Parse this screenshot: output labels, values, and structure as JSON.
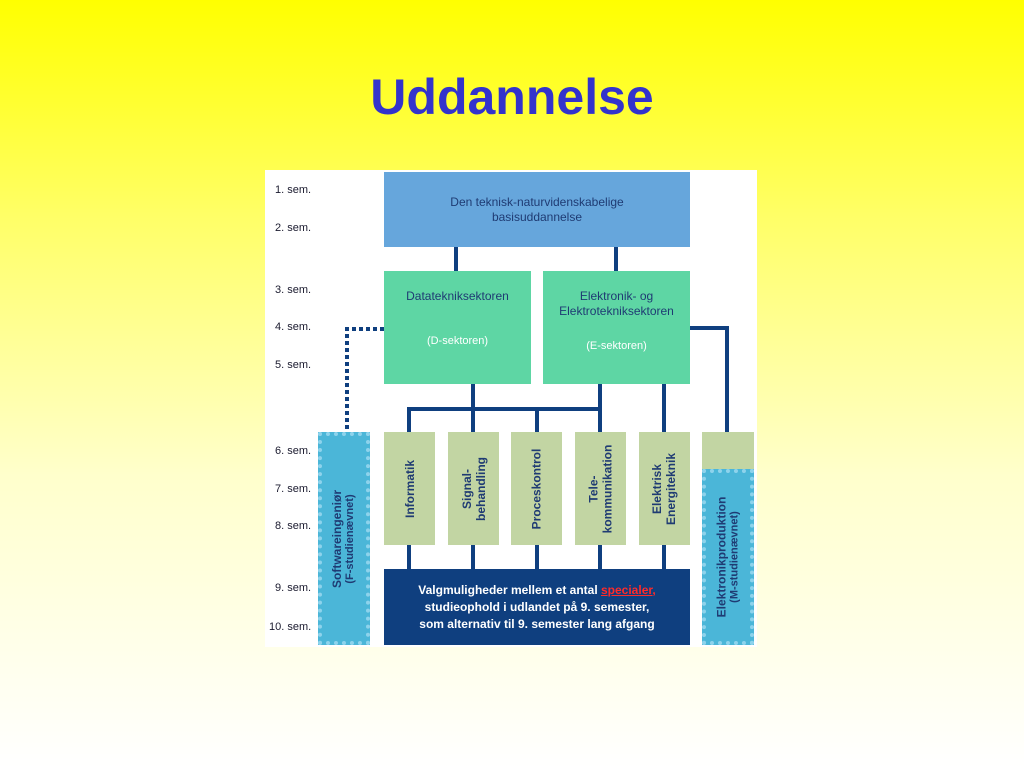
{
  "title": "Uddannelse",
  "semesters": [
    "1. sem.",
    "2. sem.",
    "3. sem.",
    "4. sem.",
    "5. sem.",
    "6. sem.",
    "7. sem.",
    "8. sem.",
    "9. sem.",
    "10. sem."
  ],
  "basis": {
    "line1": "Den teknisk-naturvidenskabelige",
    "line2": "basisuddannelse"
  },
  "sectors": {
    "d": {
      "name": "Datatekniksektoren",
      "code": "(D-sektoren)"
    },
    "e": {
      "line1": "Elektronik- og",
      "line2": "Elektrotekniksektoren",
      "code": "(E-sektoren)"
    }
  },
  "specializations": {
    "informatik": {
      "lines": [
        "Informatik"
      ]
    },
    "signal": {
      "lines": [
        "Signal-",
        "behandling"
      ]
    },
    "proces": {
      "lines": [
        "Proceskontrol"
      ]
    },
    "tele": {
      "lines": [
        "Tele-",
        "kommunikation"
      ]
    },
    "energi": {
      "lines": [
        "Elektrisk",
        "Energiteknik"
      ]
    }
  },
  "side_studies": {
    "software": {
      "name": "Softwareingeniør",
      "sub": "(F-studienævnet)"
    },
    "elektronik": {
      "name": "Elektronikproduktion",
      "sub": "(M-studienævnet)"
    }
  },
  "options": {
    "line1_prefix": "Valgmuligheder mellem et antal ",
    "line1_link": "specialer,",
    "line2": "studieophold i udlandet på 9. semester,",
    "line3": "som alternativ til 9. semester lang afgang"
  },
  "colors": {
    "title": "#3333cc",
    "basis": "#66a6dc",
    "sector": "#5ed6a4",
    "specialization": "#c2d5a3",
    "options": "#0f3f7f",
    "side_study": "#4bb6d8",
    "connector": "#0f3f7f"
  }
}
